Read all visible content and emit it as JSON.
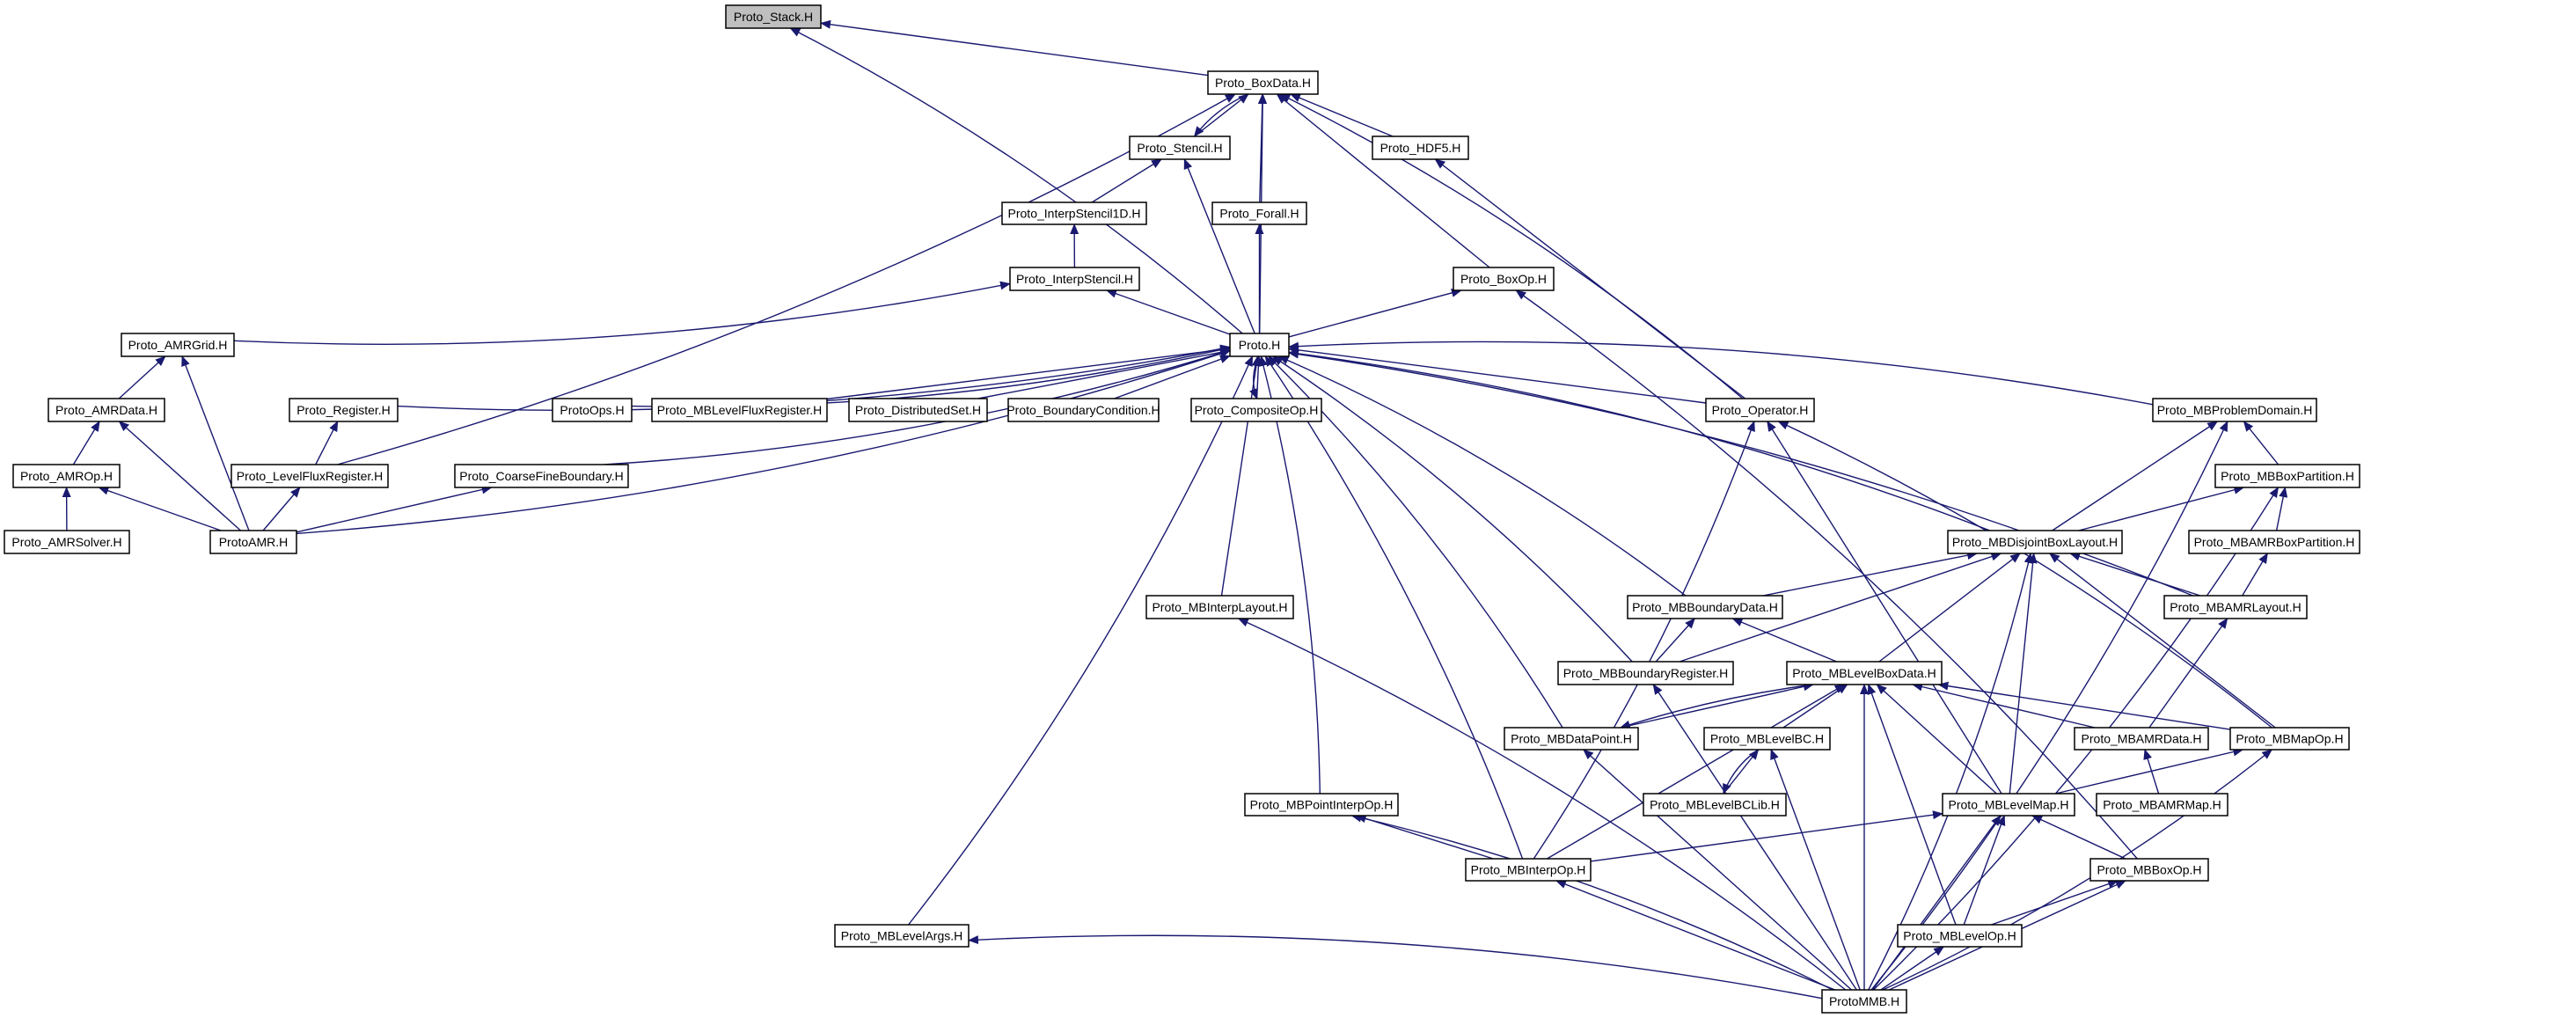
{
  "diagram": {
    "title": "Proto_Stack.H include dependency graph",
    "root": "stack",
    "colors": {
      "edge": "#191970",
      "root_fill": "#bfbfbf",
      "node_fill": "#ffffff",
      "node_border": "#000000"
    },
    "nodes": [
      {
        "id": "stack",
        "label": "Proto_Stack.H"
      },
      {
        "id": "boxdata",
        "label": "Proto_BoxData.H"
      },
      {
        "id": "stencil",
        "label": "Proto_Stencil.H"
      },
      {
        "id": "hdf5",
        "label": "Proto_HDF5.H"
      },
      {
        "id": "interpstencil1d",
        "label": "Proto_InterpStencil1D.H"
      },
      {
        "id": "forall",
        "label": "Proto_Forall.H"
      },
      {
        "id": "interpstencil",
        "label": "Proto_InterpStencil.H"
      },
      {
        "id": "boxop",
        "label": "Proto_BoxOp.H"
      },
      {
        "id": "proto",
        "label": "Proto.H"
      },
      {
        "id": "amrgrid",
        "label": "Proto_AMRGrid.H"
      },
      {
        "id": "amrdata",
        "label": "Proto_AMRData.H"
      },
      {
        "id": "register",
        "label": "Proto_Register.H"
      },
      {
        "id": "protoops",
        "label": "ProtoOps.H"
      },
      {
        "id": "mblevelfluxregister",
        "label": "Proto_MBLevelFluxRegister.H"
      },
      {
        "id": "distributedset",
        "label": "Proto_DistributedSet.H"
      },
      {
        "id": "boundarycondition",
        "label": "Proto_BoundaryCondition.H"
      },
      {
        "id": "compositeop",
        "label": "Proto_CompositeOp.H"
      },
      {
        "id": "operator",
        "label": "Proto_Operator.H"
      },
      {
        "id": "mbproblemdomain",
        "label": "Proto_MBProblemDomain.H"
      },
      {
        "id": "amrop",
        "label": "Proto_AMROp.H"
      },
      {
        "id": "levelfluxregister",
        "label": "Proto_LevelFluxRegister.H"
      },
      {
        "id": "coarsefineboundary",
        "label": "Proto_CoarseFineBoundary.H"
      },
      {
        "id": "mbboxpartition",
        "label": "Proto_MBBoxPartition.H"
      },
      {
        "id": "amrsolver",
        "label": "Proto_AMRSolver.H"
      },
      {
        "id": "protoamr",
        "label": "ProtoAMR.H"
      },
      {
        "id": "mbdisjointboxlayout",
        "label": "Proto_MBDisjointBoxLayout.H"
      },
      {
        "id": "mbamrboxpartition",
        "label": "Proto_MBAMRBoxPartition.H"
      },
      {
        "id": "mbinterplayout",
        "label": "Proto_MBInterpLayout.H"
      },
      {
        "id": "mbboundarydata",
        "label": "Proto_MBBoundaryData.H"
      },
      {
        "id": "mbamrlayout",
        "label": "Proto_MBAMRLayout.H"
      },
      {
        "id": "mbboundaryregister",
        "label": "Proto_MBBoundaryRegister.H"
      },
      {
        "id": "mblevelboxdata",
        "label": "Proto_MBLevelBoxData.H"
      },
      {
        "id": "mbdatapoint",
        "label": "Proto_MBDataPoint.H"
      },
      {
        "id": "mblevelbc",
        "label": "Proto_MBLevelBC.H"
      },
      {
        "id": "mbamrdata",
        "label": "Proto_MBAMRData.H"
      },
      {
        "id": "mbmapop",
        "label": "Proto_MBMapOp.H"
      },
      {
        "id": "mbpointinterpop",
        "label": "Proto_MBPointInterpOp.H"
      },
      {
        "id": "mblevelbclib",
        "label": "Proto_MBLevelBCLib.H"
      },
      {
        "id": "mblevelmap",
        "label": "Proto_MBLevelMap.H"
      },
      {
        "id": "mbamrmap",
        "label": "Proto_MBAMRMap.H"
      },
      {
        "id": "mbinterpop",
        "label": "Proto_MBInterpOp.H"
      },
      {
        "id": "mbboxop",
        "label": "Proto_MBBoxOp.H"
      },
      {
        "id": "mblevelargs",
        "label": "Proto_MBLevelArgs.H"
      },
      {
        "id": "mblevelop",
        "label": "Proto_MBLevelOp.H"
      },
      {
        "id": "protommb",
        "label": "ProtoMMB.H"
      }
    ],
    "edges": [
      [
        "boxdata",
        "stack"
      ],
      [
        "proto",
        "stack"
      ],
      [
        "stencil",
        "boxdata"
      ],
      [
        "boxdata",
        "stencil"
      ],
      [
        "forall",
        "boxdata"
      ],
      [
        "proto",
        "boxdata"
      ],
      [
        "hdf5",
        "boxdata"
      ],
      [
        "boxop",
        "boxdata"
      ],
      [
        "levelfluxregister",
        "boxdata"
      ],
      [
        "operator",
        "boxdata"
      ],
      [
        "interpstencil1d",
        "stencil"
      ],
      [
        "proto",
        "stencil"
      ],
      [
        "interpstencil",
        "interpstencil1d"
      ],
      [
        "proto",
        "forall"
      ],
      [
        "operator",
        "hdf5"
      ],
      [
        "proto",
        "interpstencil"
      ],
      [
        "amrgrid",
        "interpstencil"
      ],
      [
        "proto",
        "boxop"
      ],
      [
        "mbboxop",
        "boxop"
      ],
      [
        "register",
        "proto"
      ],
      [
        "protoops",
        "proto"
      ],
      [
        "mblevelfluxregister",
        "proto"
      ],
      [
        "distributedset",
        "proto"
      ],
      [
        "boundarycondition",
        "proto"
      ],
      [
        "compositeop",
        "proto"
      ],
      [
        "proto",
        "compositeop"
      ],
      [
        "operator",
        "proto"
      ],
      [
        "mbproblemdomain",
        "proto"
      ],
      [
        "protoamr",
        "proto"
      ],
      [
        "coarsefineboundary",
        "proto"
      ],
      [
        "mblevelargs",
        "proto"
      ],
      [
        "mbinterplayout",
        "proto"
      ],
      [
        "mbpointinterpop",
        "proto"
      ],
      [
        "mbdisjointboxlayout",
        "proto"
      ],
      [
        "mbboundarydata",
        "proto"
      ],
      [
        "mbboundaryregister",
        "proto"
      ],
      [
        "mbdatapoint",
        "proto"
      ],
      [
        "mbinterpop",
        "proto"
      ],
      [
        "mbamrlayout",
        "proto"
      ],
      [
        "amrdata",
        "amrgrid"
      ],
      [
        "protoamr",
        "amrgrid"
      ],
      [
        "amrop",
        "amrdata"
      ],
      [
        "protoamr",
        "amrdata"
      ],
      [
        "amrsolver",
        "amrop"
      ],
      [
        "protoamr",
        "amrop"
      ],
      [
        "levelfluxregister",
        "register"
      ],
      [
        "protoamr",
        "levelfluxregister"
      ],
      [
        "protoamr",
        "coarsefineboundary"
      ],
      [
        "mbinterpop",
        "operator"
      ],
      [
        "mblevelmap",
        "operator"
      ],
      [
        "mbmapop",
        "operator"
      ],
      [
        "mbdisjointboxlayout",
        "mbproblemdomain"
      ],
      [
        "mbboxpartition",
        "mbproblemdomain"
      ],
      [
        "protommb",
        "mbproblemdomain"
      ],
      [
        "mbdisjointboxlayout",
        "mbboxpartition"
      ],
      [
        "mbamrboxpartition",
        "mbboxpartition"
      ],
      [
        "protommb",
        "mbboxpartition"
      ],
      [
        "mbboundarydata",
        "mbdisjointboxlayout"
      ],
      [
        "mbboundaryregister",
        "mbdisjointboxlayout"
      ],
      [
        "mblevelboxdata",
        "mbdisjointboxlayout"
      ],
      [
        "mblevelmap",
        "mbdisjointboxlayout"
      ],
      [
        "mbamrlayout",
        "mbdisjointboxlayout"
      ],
      [
        "mbmapop",
        "mbdisjointboxlayout"
      ],
      [
        "protommb",
        "mbdisjointboxlayout"
      ],
      [
        "mbamrdata",
        "mbamrlayout"
      ],
      [
        "mbamrlayout",
        "mbamrboxpartition"
      ],
      [
        "mbboundaryregister",
        "mbboundarydata"
      ],
      [
        "mblevelboxdata",
        "mbboundarydata"
      ],
      [
        "protommb",
        "mbboundaryregister"
      ],
      [
        "mbdatapoint",
        "mblevelboxdata"
      ],
      [
        "mblevelboxdata",
        "mbdatapoint"
      ],
      [
        "mblevelbc",
        "mblevelboxdata"
      ],
      [
        "mbinterpop",
        "mblevelboxdata"
      ],
      [
        "protommb",
        "mblevelboxdata"
      ],
      [
        "mblevelop",
        "mblevelboxdata"
      ],
      [
        "mblevelmap",
        "mblevelboxdata"
      ],
      [
        "mbamrdata",
        "mblevelboxdata"
      ],
      [
        "mbmapop",
        "mblevelboxdata"
      ],
      [
        "protommb",
        "mbdatapoint"
      ],
      [
        "mblevelbclib",
        "mblevelbc"
      ],
      [
        "mblevelbc",
        "mblevelbclib"
      ],
      [
        "protommb",
        "mblevelbc"
      ],
      [
        "mbamrmap",
        "mbamrdata"
      ],
      [
        "mblevelmap",
        "mbmapop"
      ],
      [
        "protommb",
        "mbmapop"
      ],
      [
        "protommb",
        "mbinterplayout"
      ],
      [
        "mbinterpop",
        "mbpointinterpop"
      ],
      [
        "protommb",
        "mbpointinterpop"
      ],
      [
        "mbinterpop",
        "mblevelmap"
      ],
      [
        "mbboxop",
        "mblevelmap"
      ],
      [
        "mblevelop",
        "mblevelmap"
      ],
      [
        "protommb",
        "mblevelmap"
      ],
      [
        "protommb",
        "mbinterpop"
      ],
      [
        "mblevelop",
        "mbboxop"
      ],
      [
        "protommb",
        "mbboxop"
      ],
      [
        "protommb",
        "mblevelargs"
      ],
      [
        "protommb",
        "mblevelop"
      ]
    ]
  }
}
